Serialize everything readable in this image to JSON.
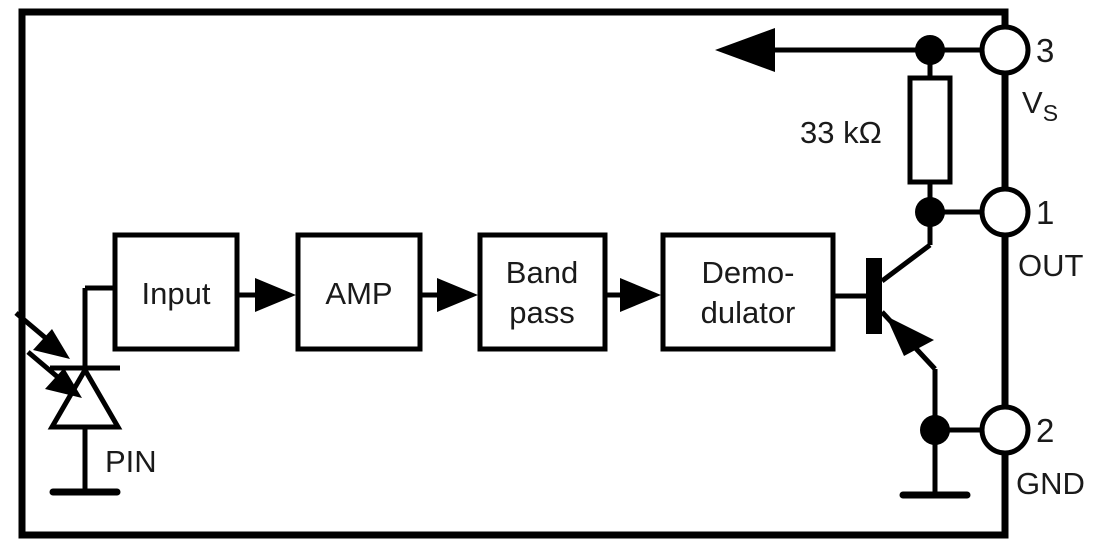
{
  "diagram": {
    "title": "IR receiver module block diagram",
    "colors": {
      "line": "#000000",
      "text": "#1a1a1a",
      "background": "#ffffff"
    },
    "blocks": [
      {
        "id": "input",
        "label": "Input",
        "lines": [
          "Input"
        ]
      },
      {
        "id": "amp",
        "label": "AMP",
        "lines": [
          "AMP"
        ]
      },
      {
        "id": "bandpass",
        "label": "Band pass",
        "lines": [
          "Band",
          "pass"
        ]
      },
      {
        "id": "demodulator",
        "label": "Demodulator",
        "lines": [
          "Demo-",
          "dulator"
        ]
      }
    ],
    "components": [
      {
        "id": "photodiode",
        "type": "pin-photodiode",
        "label": "PIN"
      },
      {
        "id": "resistor",
        "type": "resistor",
        "label": "33 kΩ"
      },
      {
        "id": "transistor",
        "type": "npn-transistor",
        "label": ""
      },
      {
        "id": "ground-pin",
        "type": "ground",
        "label": ""
      },
      {
        "id": "ground-emitter",
        "type": "ground",
        "label": ""
      }
    ],
    "terminals": [
      {
        "id": "term-3",
        "number": "3",
        "name": "V",
        "name_sub": "S",
        "full_name": "VS"
      },
      {
        "id": "term-1",
        "number": "1",
        "name": "OUT",
        "name_sub": "",
        "full_name": "OUT"
      },
      {
        "id": "term-2",
        "number": "2",
        "name": "GND",
        "name_sub": "",
        "full_name": "GND"
      }
    ],
    "labels": {
      "pin": "PIN",
      "resistor_value": "33 kΩ",
      "term3_number": "3",
      "term3_name": "V",
      "term3_sub": "S",
      "term1_number": "1",
      "term1_name": "OUT",
      "term2_number": "2",
      "term2_name": "GND",
      "block_input": "Input",
      "block_amp": "AMP",
      "block_band": "Band",
      "block_pass": "pass",
      "block_demo": "Demo-",
      "block_dulator": "dulator"
    }
  }
}
